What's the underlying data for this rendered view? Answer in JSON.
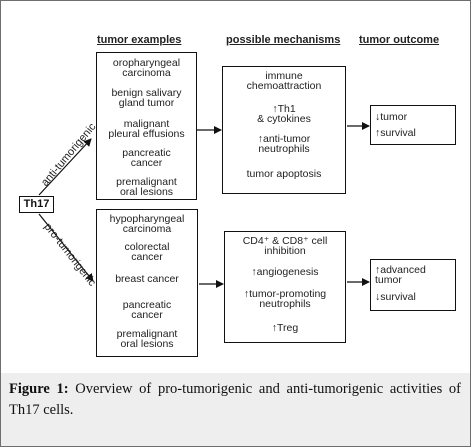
{
  "headers": {
    "examples": "tumor examples",
    "mechanisms": "possible mechanisms",
    "outcome": "tumor outcome"
  },
  "center_node": "Th17",
  "branch_labels": {
    "anti": "anti-tumorigenic",
    "pro": "pro-tumorigenic"
  },
  "anti": {
    "examples": [
      "oropharyngeal\ncarcinoma",
      "benign salivary\ngland tumor",
      "malignant\npleural effusions",
      "pancreatic\ncancer",
      "premalignant\noral lesions"
    ],
    "mechanisms": [
      "immune\nchemoattraction",
      "↑Th1\n& cytokines",
      "↑anti-tumor\nneutrophils",
      "tumor apoptosis"
    ],
    "outcomes": [
      "↓tumor",
      "↑survival"
    ]
  },
  "pro": {
    "examples": [
      "hypopharyngeal\ncarcinoma",
      "colorectal\ncancer",
      "breast cancer",
      "pancreatic\ncancer",
      "premalignant\noral lesions"
    ],
    "mechanisms": [
      "CD4⁺ & CD8⁺ cell\ninhibition",
      "↑angiogenesis",
      "↑tumor-promoting\nneutrophils",
      "↑Treg"
    ],
    "outcomes": [
      "↑advanced\n   tumor",
      "↓survival"
    ]
  },
  "caption": {
    "label": "Figure 1:",
    "text": " Overview of pro-tumorigenic and anti-tumorigenic activities of Th17 cells."
  }
}
